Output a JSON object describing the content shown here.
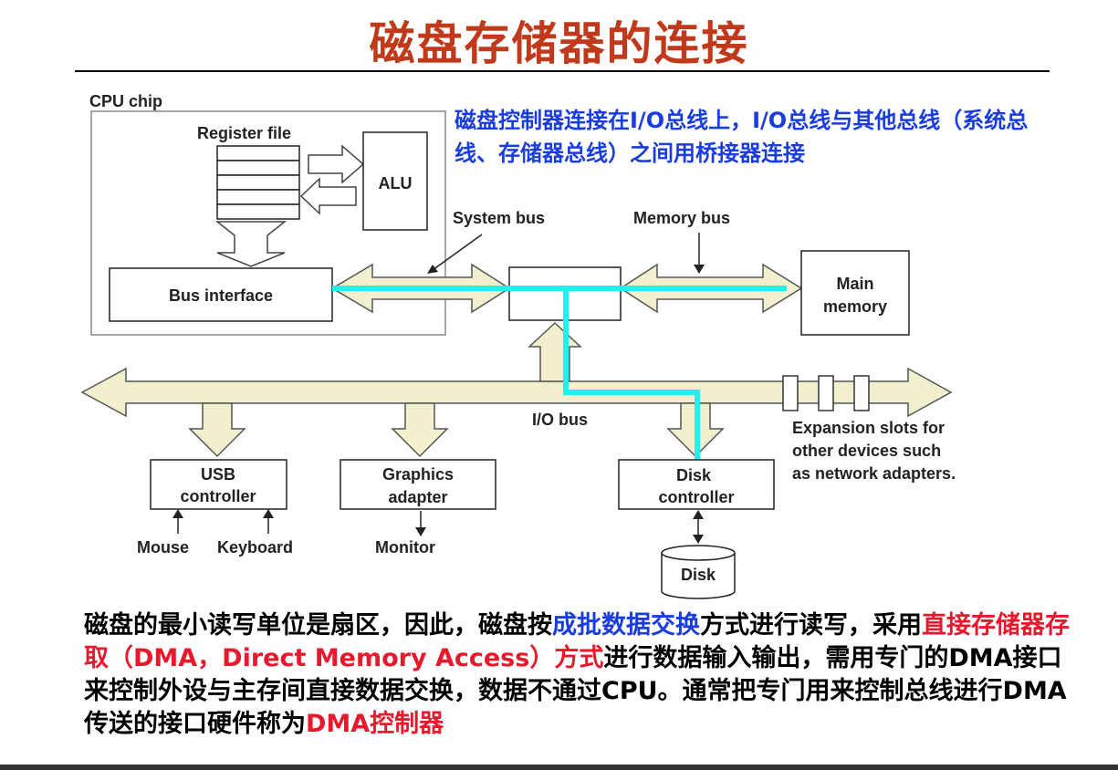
{
  "title": "磁盘存储器的连接",
  "note": "磁盘控制器连接在I/O总线上，I/O总线与其他总线（系统总线、存储器总线）之间用桥接器连接",
  "diagram": {
    "cpu_chip": "CPU chip",
    "register_file": "Register file",
    "alu": "ALU",
    "bus_interface": "Bus interface",
    "system_bus": "System bus",
    "memory_bus": "Memory bus",
    "main_memory_line1": "Main",
    "main_memory_line2": "memory",
    "io_bus": "I/O bus",
    "usb_line1": "USB",
    "usb_line2": "controller",
    "graphics_line1": "Graphics",
    "graphics_line2": "adapter",
    "disk_ctrl_line1": "Disk",
    "disk_ctrl_line2": "controller",
    "mouse": "Mouse",
    "keyboard": "Keyboard",
    "monitor": "Monitor",
    "disk": "Disk",
    "expansion_line1": "Expansion slots for",
    "expansion_line2": "other devices such",
    "expansion_line3": "as network adapters."
  },
  "paragraph": {
    "p1": "磁盘的最小读写单位是扇区，因此，磁盘按",
    "p2_blue": "成批数据交换",
    "p3": "方式进行读写，采用",
    "p4_red": "直接存储器存取（DMA，Direct Memory Access）方式",
    "p5": "进行数据输入输出，需用专门的DMA接口来控制外设与主存间直接数据交换，数据不通过CPU。通常把专门用来控制总线进行DMA传送的接口硬件称为",
    "p6_red": "DMA控制器"
  },
  "colors": {
    "title": "#c0391b",
    "note": "#1a3de0",
    "highlight_red": "#e8192c",
    "highlight_blue": "#1a3de0",
    "bus_fill": "#f2efcf",
    "dma_path": "#22f0f0"
  }
}
